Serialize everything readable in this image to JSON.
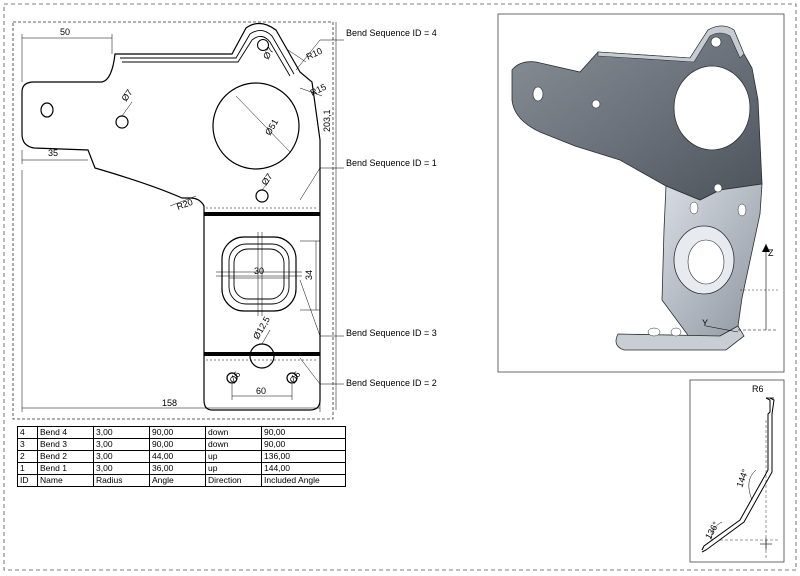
{
  "drawing": {
    "dimensions": {
      "width_top": "50",
      "r10": "R10",
      "r15": "R15",
      "height_total": "203,1",
      "dia7_left": "Ø7",
      "dia7_top": "Ø7",
      "dia51": "Ø51",
      "width_35": "35",
      "r20": "R20",
      "dia7_mid": "Ø7",
      "width_30": "30",
      "height_34": "34",
      "dia12_5": "Ø12,5",
      "dia6_left": "Ø6",
      "dia6_right": "Ø6",
      "width_60": "60",
      "width_total": "158"
    },
    "callouts": [
      "Bend Sequence ID = 4",
      "Bend Sequence ID = 1",
      "Bend Sequence ID = 3",
      "Bend Sequence ID = 2"
    ]
  },
  "side_view": {
    "r6": "R6",
    "angle_144": "144°",
    "angle_136": "136°",
    "axis_z": "Z",
    "axis_y": "Y"
  },
  "bend_table": {
    "rows": [
      [
        "4",
        "Bend 4",
        "3,00",
        "90,00",
        "down",
        "90,00"
      ],
      [
        "3",
        "Bend 3",
        "3,00",
        "90,00",
        "down",
        "90,00"
      ],
      [
        "2",
        "Bend 2",
        "3,00",
        "44,00",
        "up",
        "136,00"
      ],
      [
        "1",
        "Bend 1",
        "3,00",
        "36,00",
        "up",
        "144,00"
      ]
    ],
    "header": [
      "ID",
      "Name",
      "Radius",
      "Angle",
      "Direction",
      "Included Angle"
    ]
  }
}
